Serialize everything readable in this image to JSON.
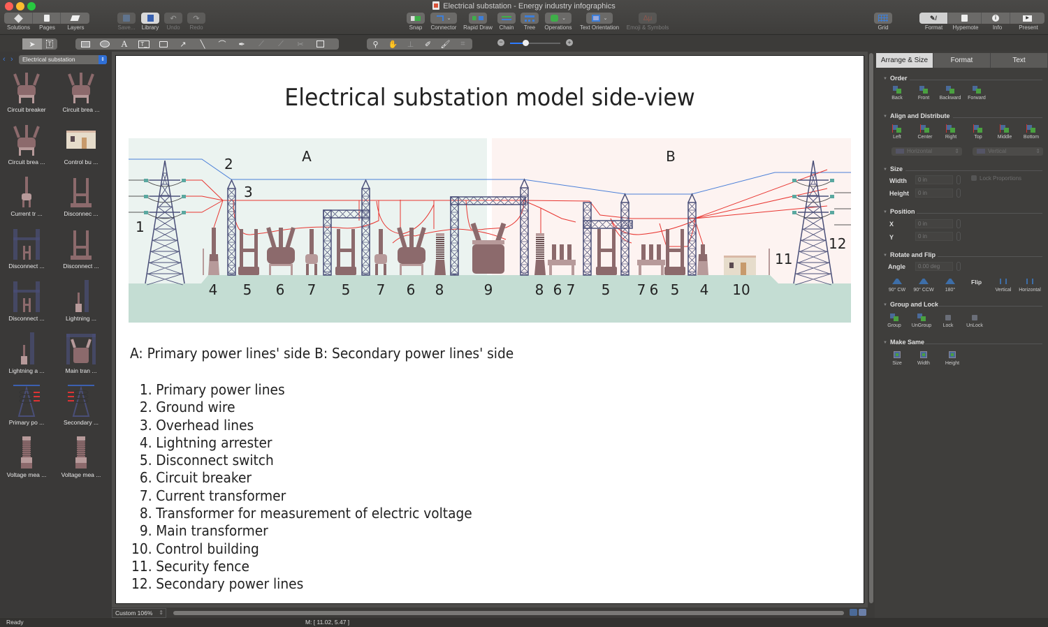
{
  "window": {
    "title": "Electrical substation - Energy industry infographics",
    "traffic_colors": [
      "#fe5f57",
      "#febc2e",
      "#28c840"
    ]
  },
  "toolbar": {
    "left_group": [
      {
        "label": "Solutions",
        "icon": "solutions-icon"
      },
      {
        "label": "Pages",
        "icon": "pages-icon"
      },
      {
        "label": "Layers",
        "icon": "layers-icon"
      }
    ],
    "file_buttons": [
      {
        "label": "Save...",
        "icon": "save-icon",
        "enabled": false
      },
      {
        "label": "Library",
        "icon": "library-icon",
        "enabled": true
      },
      {
        "label": "Undo",
        "icon": "undo-icon",
        "enabled": false
      },
      {
        "label": "Redo",
        "icon": "redo-icon",
        "enabled": false
      }
    ],
    "center_buttons": [
      {
        "label": "Snap",
        "icon": "snap-icon"
      },
      {
        "label": "Connector",
        "icon": "connector-icon"
      },
      {
        "label": "Rapid Draw",
        "icon": "rapid-draw-icon"
      },
      {
        "label": "Chain",
        "icon": "chain-icon"
      },
      {
        "label": "Tree",
        "icon": "tree-icon"
      },
      {
        "label": "Operations",
        "icon": "operations-icon"
      },
      {
        "label": "Text Orientation",
        "icon": "text-orientation-icon"
      },
      {
        "label": "Emoji & Symbols",
        "icon": "emoji-symbols-icon"
      }
    ],
    "grid_label": "Grid",
    "right_group": [
      {
        "label": "Format",
        "icon": "format-icon"
      },
      {
        "label": "Hypernote",
        "icon": "hypernote-icon"
      },
      {
        "label": "Info",
        "icon": "info-icon"
      },
      {
        "label": "Present",
        "icon": "present-icon"
      }
    ]
  },
  "drawing_tools": {
    "select_tools": [
      "pointer-tool",
      "text-select-tool"
    ],
    "shape_tools": [
      "rectangle-tool",
      "ellipse-tool",
      "text-tool",
      "text-box-tool",
      "callout-tool",
      "arrow-tool",
      "line-tool",
      "arc-tool",
      "pen-tool",
      "edit-point-tool",
      "add-point-tool",
      "delete-point-tool",
      "container-tool"
    ],
    "view_tools": [
      "zoom-tool",
      "pan-tool",
      "stamp-tool",
      "eyedropper-tool",
      "format-painter-tool",
      "crop-tool"
    ],
    "zoom_slider_value": 0.3
  },
  "library": {
    "selected": "Electrical substation",
    "items": [
      {
        "label": "Circuit breaker"
      },
      {
        "label": "Circuit brea ..."
      },
      {
        "label": "Circuit brea ..."
      },
      {
        "label": "Control bu ..."
      },
      {
        "label": "Current tr ..."
      },
      {
        "label": "Disconnec ..."
      },
      {
        "label": "Disconnect ..."
      },
      {
        "label": "Disconnect ..."
      },
      {
        "label": "Disconnect ..."
      },
      {
        "label": "Lightning  ..."
      },
      {
        "label": "Lightning a ..."
      },
      {
        "label": "Main tran ..."
      },
      {
        "label": "Primary po ..."
      },
      {
        "label": "Secondary  ..."
      },
      {
        "label": "Voltage mea ..."
      },
      {
        "label": "Voltage mea ..."
      }
    ]
  },
  "document": {
    "title": "Electrical substation model side-view",
    "zones": {
      "a": "A",
      "b": "B"
    },
    "callouts": {
      "n1": "1",
      "n2": "2",
      "n3": "3",
      "n11": "11",
      "n12": "12",
      "bottom": [
        "4",
        "5",
        "6",
        "7",
        "5",
        "7",
        "6",
        "8",
        "9",
        "8",
        "6",
        "7",
        "5",
        "7",
        "6",
        "5",
        "4",
        "10"
      ]
    },
    "legend_line": "A: Primary power lines' side B: Secondary power lines' side",
    "legend": [
      {
        "num": "1.",
        "text": "Primary power lines"
      },
      {
        "num": "2.",
        "text": "Ground wire"
      },
      {
        "num": "3.",
        "text": "Overhead lines"
      },
      {
        "num": "4.",
        "text": "Lightning arrester"
      },
      {
        "num": "5.",
        "text": "Disconnect switch"
      },
      {
        "num": "6.",
        "text": "Circuit breaker"
      },
      {
        "num": "7.",
        "text": "Current transformer"
      },
      {
        "num": "8.",
        "text": "Transformer for measurement of electric voltage"
      },
      {
        "num": "9.",
        "text": "Main transformer"
      },
      {
        "num": "10.",
        "text": "Control building"
      },
      {
        "num": "11.",
        "text": "Security fence"
      },
      {
        "num": "12.",
        "text": "Secondary power lines"
      }
    ],
    "colors": {
      "zone_a": "#ebf3f0",
      "zone_b": "#fdf3f1",
      "ground": "#c4ddd3",
      "ground_wire": "#4a7fd8",
      "overhead": "#e8342f",
      "tower": "#4a4f78",
      "equipment": "#8c6a6c",
      "equipment_light": "#b79a9a"
    }
  },
  "right_panel": {
    "tabs": [
      {
        "label": "Arrange & Size",
        "active": true
      },
      {
        "label": "Format",
        "active": false
      },
      {
        "label": "Text",
        "active": false
      }
    ],
    "order": {
      "title": "Order",
      "buttons": [
        "Back",
        "Front",
        "Backward",
        "Forward"
      ]
    },
    "align": {
      "title": "Align and Distribute",
      "buttons": [
        "Left",
        "Center",
        "Right",
        "Top",
        "Middle",
        "Bottom"
      ],
      "horizontal": "Horizontal",
      "vertical": "Vertical"
    },
    "size": {
      "title": "Size",
      "width_label": "Width",
      "width": "0 in",
      "height_label": "Height",
      "height": "0 in",
      "lock": "Lock Proportions"
    },
    "position": {
      "title": "Position",
      "x_label": "X",
      "x": "0 in",
      "y_label": "Y",
      "y": "0 in"
    },
    "rotate": {
      "title": "Rotate and Flip",
      "angle_label": "Angle",
      "angle": "0.00 deg",
      "buttons": [
        "90° CW",
        "90° CCW",
        "180°"
      ],
      "flip_label": "Flip",
      "flip_buttons": [
        "Vertical",
        "Horizontal"
      ]
    },
    "group": {
      "title": "Group and Lock",
      "buttons": [
        "Group",
        "UnGroup",
        "Lock",
        "UnLock"
      ]
    },
    "same": {
      "title": "Make Same",
      "buttons": [
        "Size",
        "Width",
        "Height"
      ]
    }
  },
  "bottom": {
    "zoom": "Custom 106%",
    "status": "Ready",
    "mouse": "M: [ 11.02, 5.47 ]"
  }
}
